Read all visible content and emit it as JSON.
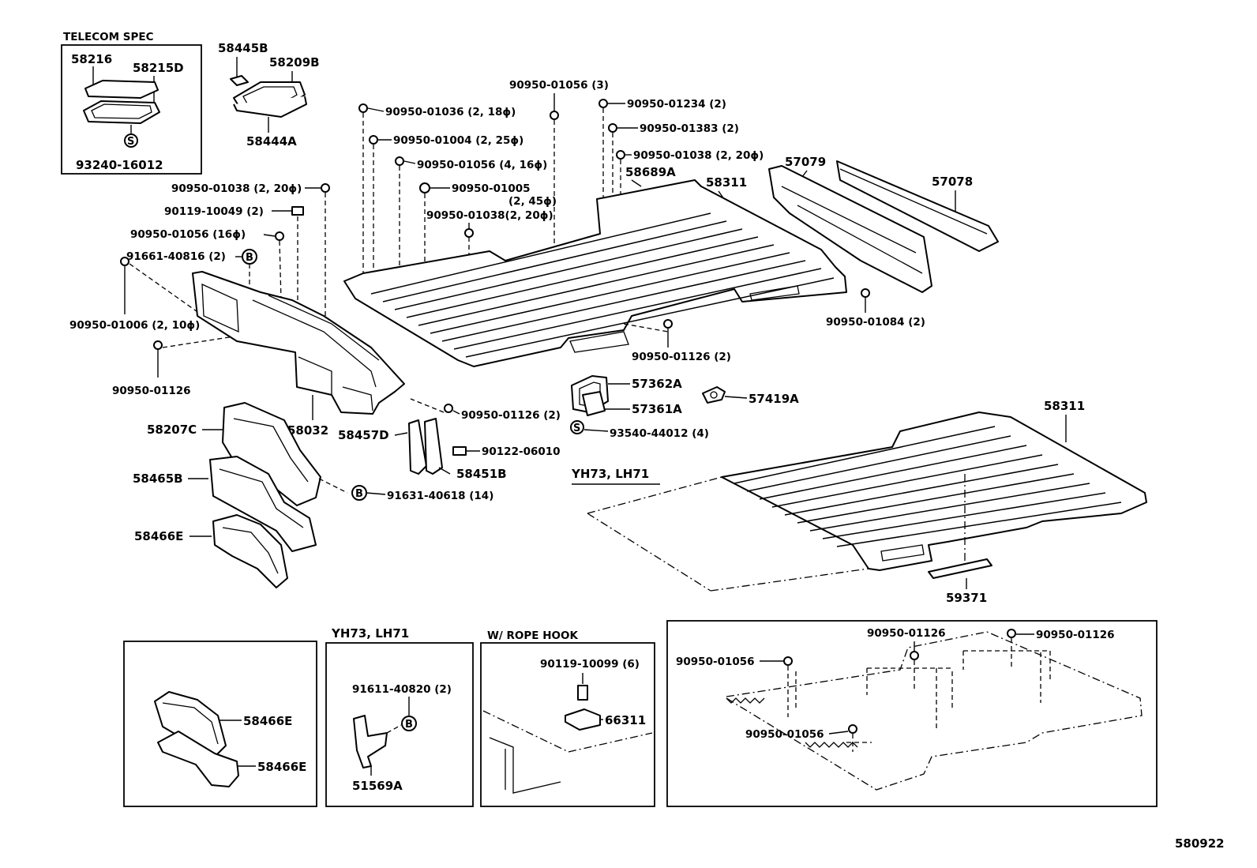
{
  "header": {
    "telecom_spec": "TELECOM SPEC"
  },
  "callouts": {
    "p58216": "58216",
    "p58215D": "58215D",
    "p93240_16012": "93240-16012",
    "p58445B": "58445B",
    "p58209B": "58209B",
    "p58444A": "58444A",
    "p90950_01056_3": "90950-01056 (3)",
    "p90950_01036": "90950-01036 (2, 18ϕ)",
    "p90950_01234": "90950-01234 (2)",
    "p90950_01383": "90950-01383 (2)",
    "p90950_01004": "90950-01004 (2, 25ϕ)",
    "p90950_01038_a": "90950-01038 (2, 20ϕ)",
    "p90950_01056_4": "90950-01056 (4, 16ϕ)",
    "p58689A": "58689A",
    "p58311_top": "58311",
    "p57079": "57079",
    "p57078": "57078",
    "p90950_01005": "90950-01005",
    "p90950_01005_sub": "(2, 45ϕ)",
    "p90950_01038_b": "90950-01038(2, 20ϕ)",
    "p90950_01038_c": "90950-01038 (2, 20ϕ)",
    "p90119_10049": "90119-10049 (2)",
    "p90950_01056_16": "90950-01056 (16ϕ)",
    "p91661_40816": "91661-40816 (2)",
    "p90950_01006": "90950-01006 (2, 10ϕ)",
    "p90950_01126_a": "90950-01126",
    "p90950_01084": "90950-01084 (2)",
    "p90950_01126_2": "90950-01126 (2)",
    "p57362A": "57362A",
    "p57419A": "57419A",
    "p57361A": "57361A",
    "p93540_44012": "93540-44012 (4)",
    "p58207C": "58207C",
    "p58032": "58032",
    "p58457D": "58457D",
    "p90950_01126_b": "90950-01126 (2)",
    "p90122_06010": "90122-06010",
    "p58451B": "58451B",
    "p58465B": "58465B",
    "p91631_40618": "91631-40618 (14)",
    "p58466E": "58466E",
    "p58311_bottom": "58311",
    "p59371": "59371"
  },
  "variant_label_mid": "YH73, LH71",
  "panels": {
    "a": {
      "label_1": "58466E",
      "label_2": "58466E"
    },
    "b": {
      "title": "YH73, LH71",
      "label_1": "91611-40820 (2)",
      "label_2": "51569A"
    },
    "c": {
      "title": "W/ ROPE HOOK",
      "label_1": "90119-10099 (6)",
      "label_2": "66311"
    },
    "d": {
      "label_1": "90950-01126",
      "label_2": "90950-01126",
      "label_3": "90950-01056",
      "label_4": "90950-01056"
    }
  },
  "markers": {
    "s": "S",
    "b": "B"
  },
  "figure_id": "580922"
}
